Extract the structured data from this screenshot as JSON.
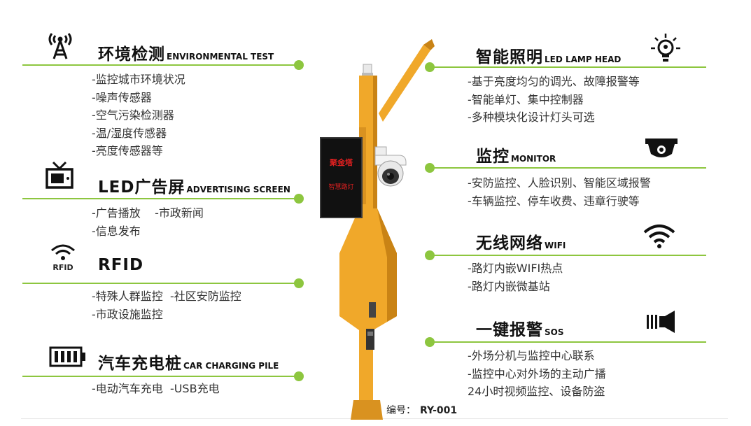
{
  "left": [
    {
      "id": "environmental",
      "title_cn": "环境检测",
      "title_en": "ENVIRONMENTAL TEST",
      "items": [
        "-监控城市环境状况",
        "-噪声传感器",
        "-空气污染检测器",
        "-温/湿度传感器",
        "-亮度传感器等"
      ]
    },
    {
      "id": "led",
      "title_cn": "LED广告屏",
      "title_en": "ADVERTISING SCREEN",
      "items": [
        "-广告播放    -市政新闻",
        "-信息发布"
      ]
    },
    {
      "id": "rfid",
      "title_cn": "RFID",
      "title_en": "",
      "icon_label": "RFID",
      "items": [
        "-特殊人群监控  -社区安防监控",
        "-市政设施监控"
      ]
    },
    {
      "id": "charging",
      "title_cn": "汽车充电桩",
      "title_en": "CAR CHARGING PILE",
      "items": [
        "-电动汽车充电  -USB充电"
      ]
    }
  ],
  "right": [
    {
      "id": "lighting",
      "title_cn": "智能照明",
      "title_en": "LED LAMP HEAD",
      "items": [
        "-基于亮度均匀的调光、故障报警等",
        "-智能单灯、集中控制器",
        "-多种模块化设计灯头可选"
      ]
    },
    {
      "id": "monitor",
      "title_cn": "监控",
      "title_en": "MONITOR",
      "items": [
        "-安防监控、人脸识别、智能区域报警",
        "-车辆监控、停车收费、违章行驶等"
      ]
    },
    {
      "id": "wifi",
      "title_cn": "无线网络",
      "title_en": "WIFI",
      "items": [
        "-路灯内嵌WIFI热点",
        "-路灯内嵌微基站"
      ]
    },
    {
      "id": "sos",
      "title_cn": "一键报警",
      "title_en": "SOS",
      "items": [
        "-外场分机与监控中心联系",
        "-监控中心对外场的主动广播",
        "24小时视频监控、设备防盗"
      ]
    }
  ],
  "screen": {
    "line1": "聚金塔",
    "line2": "智慧路灯"
  },
  "code": {
    "label": "编号：",
    "value": "RY-001"
  },
  "colors": {
    "accent": "#8dc63f",
    "pole": "#f0a82a",
    "pole_dark": "#c98315",
    "screen_text": "#e02020"
  }
}
